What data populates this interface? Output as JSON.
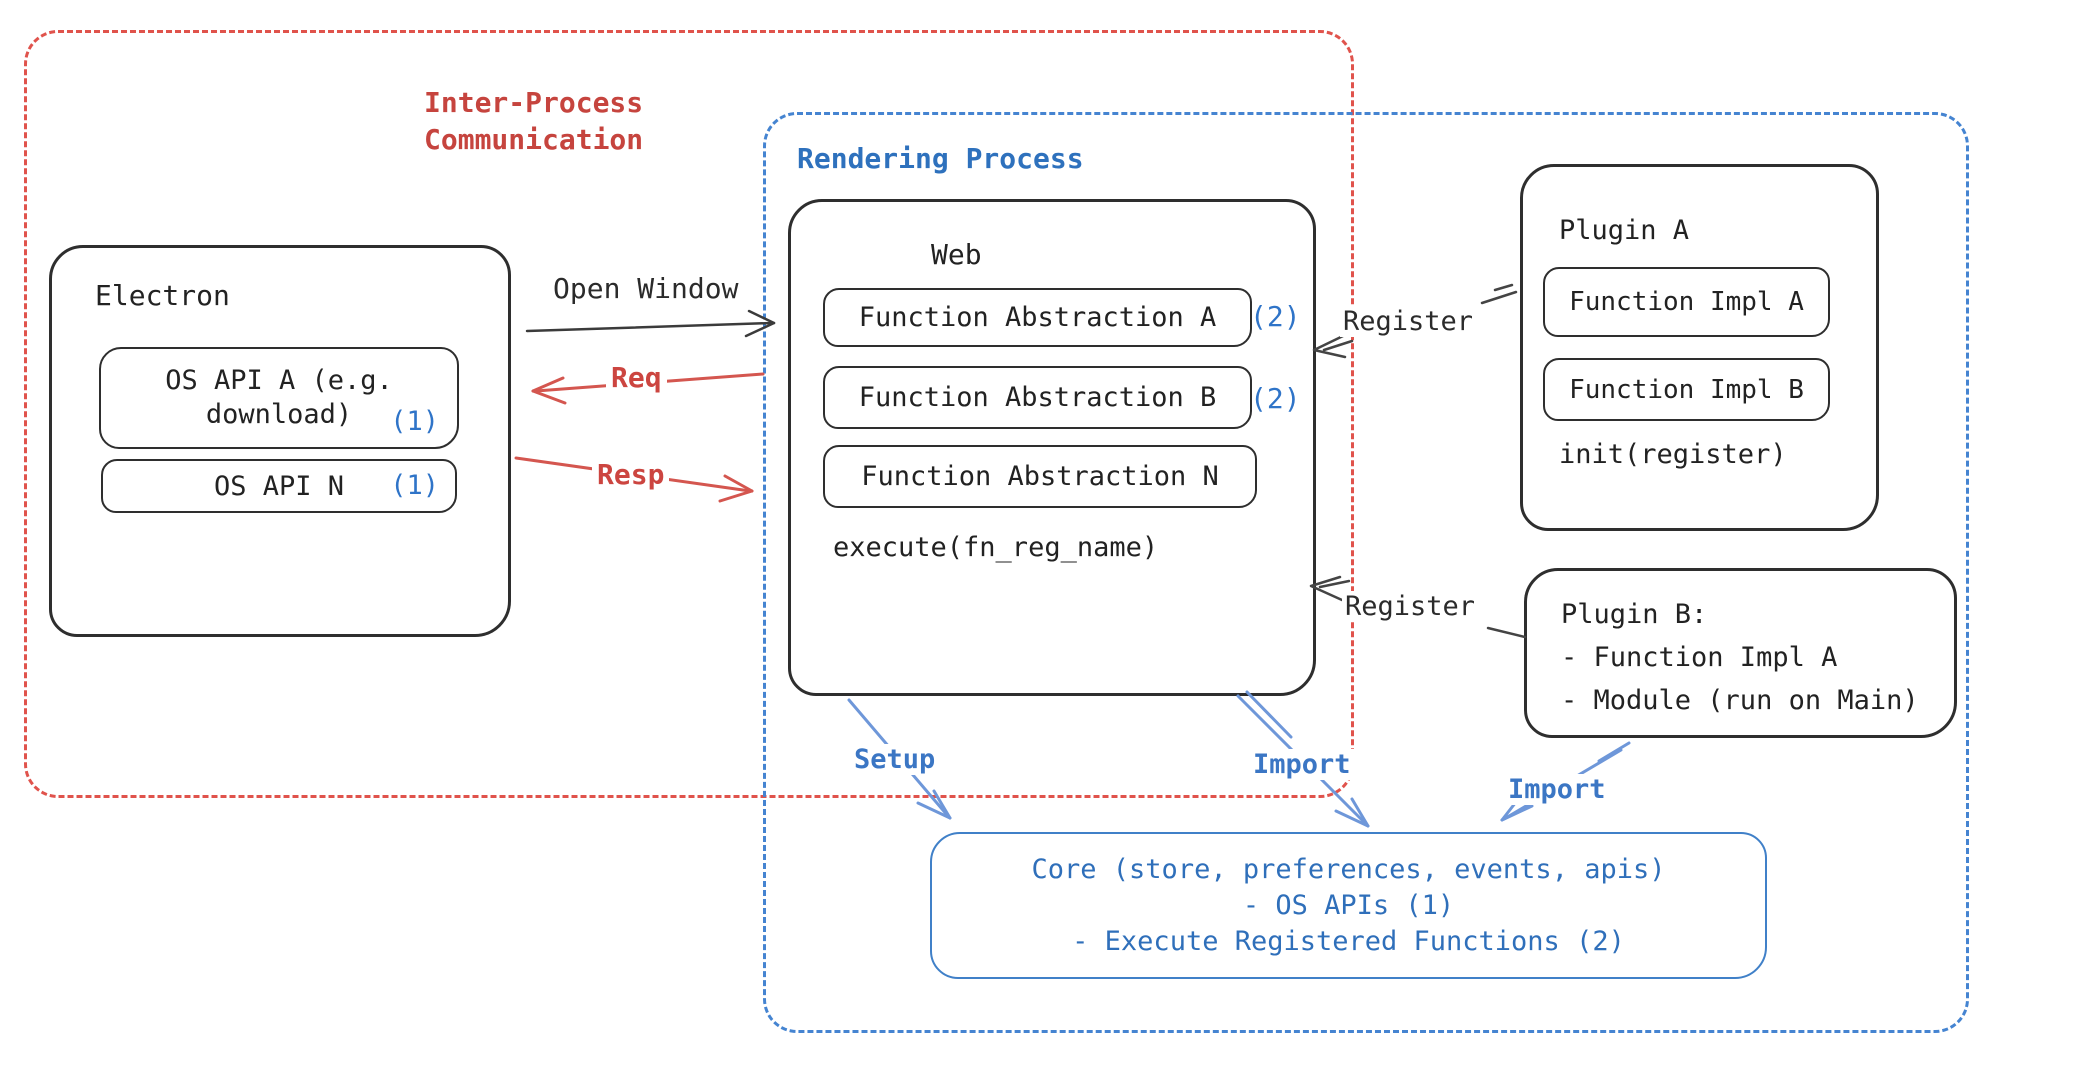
{
  "regions": {
    "ipc": {
      "label": "Inter-Process\nCommunication"
    },
    "rendering": {
      "label": "Rendering Process"
    }
  },
  "electron": {
    "title": "Electron",
    "api_a": {
      "line1": "OS API A (e.g.",
      "line2": "download)",
      "badge": "(1)"
    },
    "api_n": {
      "label": "OS API N",
      "badge": "(1)"
    }
  },
  "web": {
    "title": "Web",
    "items": [
      {
        "label": "Function Abstraction A",
        "badge": "(2)"
      },
      {
        "label": "Function Abstraction B",
        "badge": "(2)"
      },
      {
        "label": "Function Abstraction N",
        "badge": ""
      }
    ],
    "execute": "execute(fn_reg_name)"
  },
  "plugin_a": {
    "title": "Plugin A",
    "impl_a": "Function Impl A",
    "impl_b": "Function Impl B",
    "init": "init(register)"
  },
  "plugin_b": {
    "line1": "Plugin B:",
    "line2": "- Function Impl A",
    "line3": "- Module (run on Main)"
  },
  "core": {
    "line1": "Core (store, preferences, events, apis)",
    "line2": "- OS APIs (1)",
    "line3": "- Execute Registered Functions (2)"
  },
  "arrows": {
    "open_window": "Open Window",
    "req": "Req",
    "resp": "Resp",
    "register_plugin_a": "Register",
    "register_plugin_b": "Register",
    "setup": "Setup",
    "import_web": "Import",
    "import_plugin_b": "Import"
  },
  "colors": {
    "red_text": "#c6443e",
    "red_border": "#e0534c",
    "red_arrow": "#d4564f",
    "blue_text": "#2e71bd",
    "blue_border": "#4584d1",
    "blue_arrow": "#6e97d9",
    "badge_blue": "#2f74c8",
    "ink": "#2e2e2e"
  }
}
